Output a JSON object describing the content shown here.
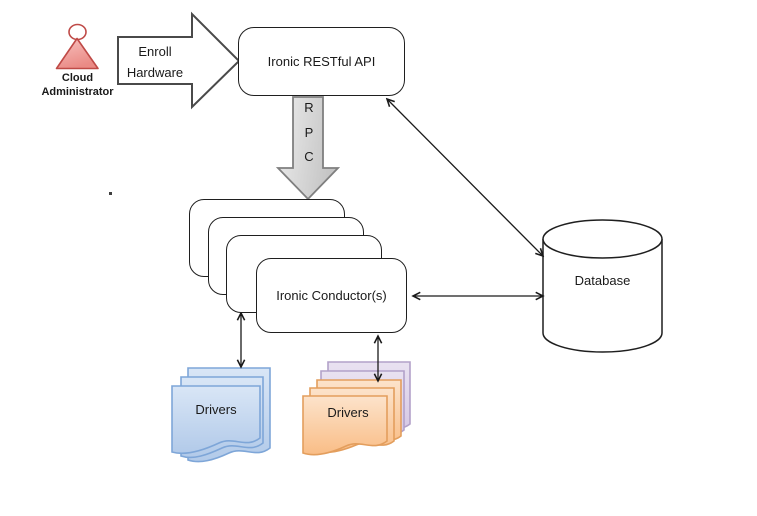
{
  "diagram": {
    "actor_label": "Cloud Administrator",
    "enroll_label": "Enroll Hardware",
    "api_label": "Ironic RESTful API",
    "rpc_letters": [
      "R",
      "P",
      "C"
    ],
    "conductor_label": "Ironic Conductor(s)",
    "database_label": "Database",
    "drivers_left_label": "Drivers",
    "drivers_right_label": "Drivers",
    "colors": {
      "actor_fill_light": "#f8c3c0",
      "actor_fill_dark": "#ea8a85",
      "actor_stroke": "#bf4a47",
      "node_stroke": "#1f1f1f",
      "enroll_arrow_stroke": "#4a4a4a",
      "rpc_fill_light": "#ededed",
      "rpc_fill_dark": "#c4c4c4",
      "rpc_stroke": "#7f7f7f",
      "drivers_blue_fill_light": "#d9e6f6",
      "drivers_blue_fill_dark": "#b2cae9",
      "drivers_blue_stroke": "#7ea6d8",
      "drivers_orange_fill_light": "#fce3cb",
      "drivers_orange_fill_dark": "#f9bd86",
      "drivers_orange_stroke": "#e39e5d",
      "drivers_purple_fill_light": "#e9e2f1",
      "drivers_purple_fill_dark": "#d4c6e3",
      "drivers_purple_stroke": "#b2a1c9",
      "connector_color": "#1a1a1a"
    }
  }
}
